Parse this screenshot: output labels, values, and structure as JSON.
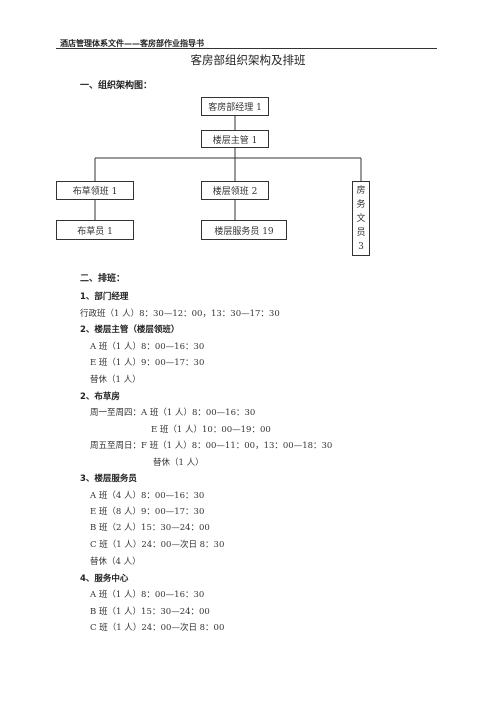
{
  "header": {
    "text": "酒店管理体系文件——客房部作业指导书"
  },
  "title": "客房部组织架构及排班",
  "org": {
    "heading": "一、组织架构图：",
    "manager": "客房部经理 1",
    "floor_supervisor": "楼层主管 1",
    "linen_leader": "布草领班 1",
    "floor_leader": "楼层领班 2",
    "linen_staff": "布草员 1",
    "floor_attendant": "楼层服务员 19",
    "clerk_chars": [
      "房",
      "务",
      "文",
      "员",
      "3"
    ]
  },
  "schedule": {
    "heading": "二、排班：",
    "sections": [
      {
        "title": "1、部门经理",
        "lines": [
          "行政班（1 人）8：30—12：00，13：30—17：30"
        ]
      },
      {
        "title": "2、楼层主管（楼层领班）",
        "lines": [
          "A 班（1 人）8：00—16：30",
          "E 班（1 人）9：00—17：30",
          "替休（1 人）"
        ]
      },
      {
        "title": "2、布草房",
        "lines": [
          "周一至周四：A 班（1 人）8：00—16：30",
          "E 班（1 人）10：00—19：00",
          "周五至周日：F 班（1 人）8：00—11：00，13：00—18：30",
          "替休（1 人）"
        ]
      },
      {
        "title": "3、楼层服务员",
        "lines": [
          "A 班（4 人）8：00—16：30",
          "E 班（8 人）9：00—17：30",
          "B 班（2 人）15：30—24：00",
          "C 班（1 人）24：00—次日 8：30",
          "替休（4 人）"
        ]
      },
      {
        "title": "4、服务中心",
        "lines": [
          "A 班（1 人）8：00—16：30",
          "B 班（1 人）15：30—24：00",
          "C 班（1 人）24：00—次日 8：00"
        ]
      }
    ]
  }
}
